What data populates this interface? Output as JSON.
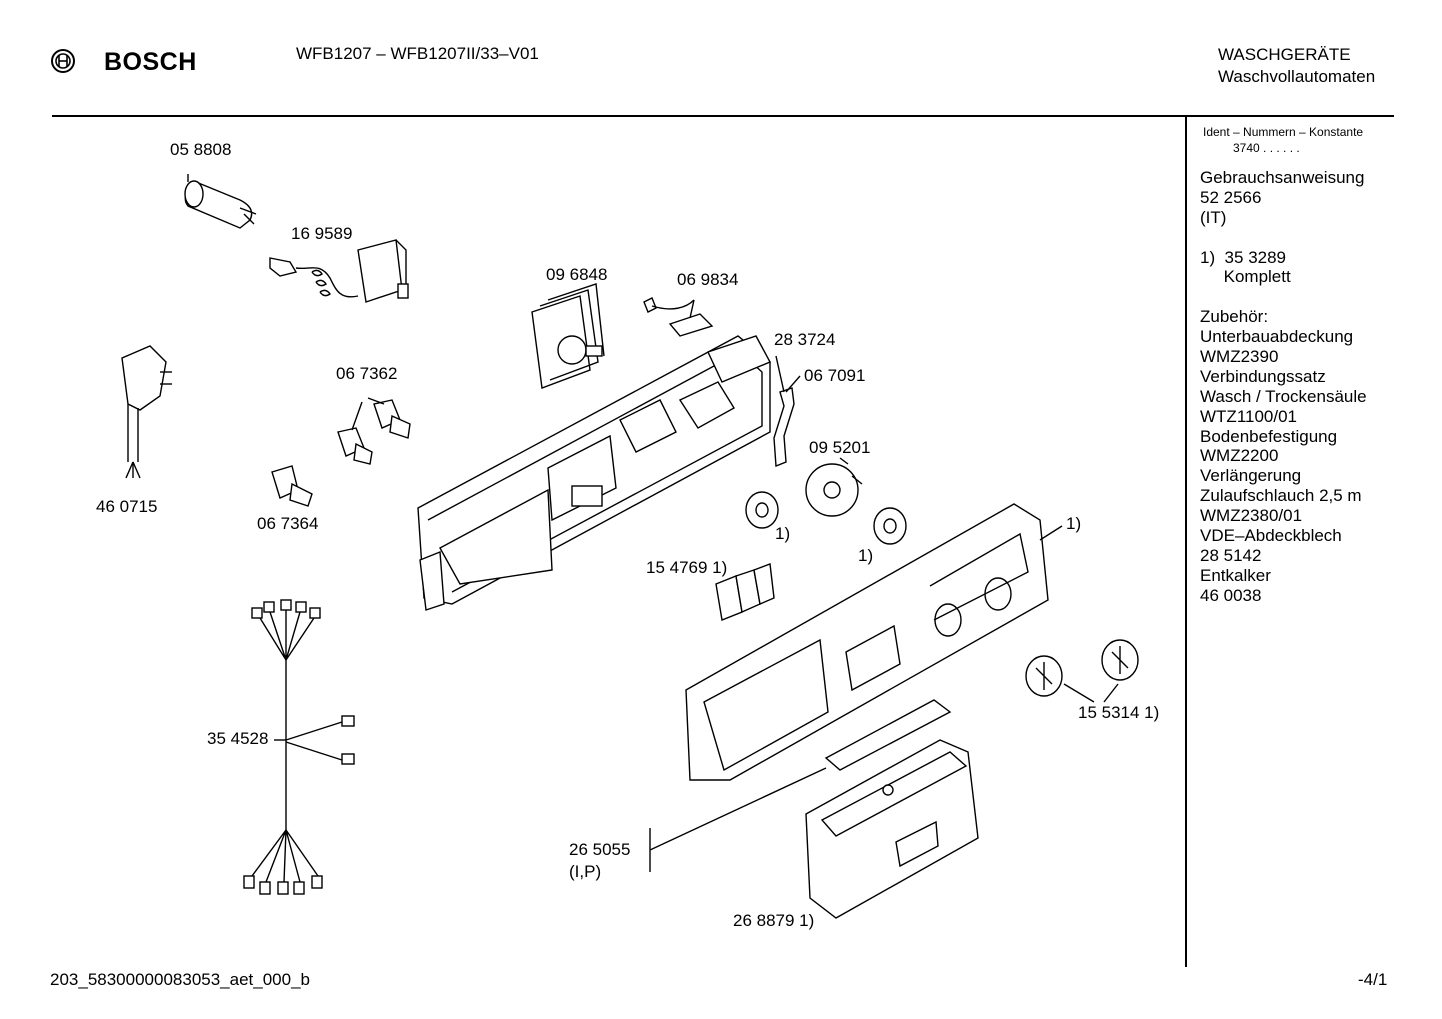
{
  "header": {
    "brand": "BOSCH",
    "model": "WFB1207 – WFB1207II/33–V01",
    "category_1": "WASCHGERÄTE",
    "category_2": "Waschvollautomaten"
  },
  "sidebar": {
    "ident_label": "Ident – Nummern – Konstante",
    "ident_value": "3740 . . . . . .",
    "lines": [
      "Gebrauchsanweisung",
      "52 2566",
      "(IT)",
      "",
      "1)  35 3289",
      "     Komplett",
      "",
      "Zubehör:",
      "Unterbauabdeckung",
      "WMZ2390",
      "Verbindungssatz",
      "Wasch / Trockensäule",
      "WTZ1100/01",
      "Bodenbefestigung",
      "WMZ2200",
      "Verlängerung",
      "Zulaufschlauch 2,5 m",
      "WMZ2380/01",
      "VDE–Abdeckblech",
      "28 5142",
      "Entkalker",
      "46 0038"
    ]
  },
  "parts": [
    {
      "id": "p1",
      "text": "05 8808"
    },
    {
      "id": "p2",
      "text": "16 9589"
    },
    {
      "id": "p3",
      "text": "46 0715"
    },
    {
      "id": "p4",
      "text": "06 7362"
    },
    {
      "id": "p5",
      "text": "06 7364"
    },
    {
      "id": "p6",
      "text": "09 6848"
    },
    {
      "id": "p7",
      "text": "06 9834"
    },
    {
      "id": "p8",
      "text": "28 3724"
    },
    {
      "id": "p9",
      "text": "06 7091"
    },
    {
      "id": "p10",
      "text": "09 5201"
    },
    {
      "id": "p11",
      "text": "1)"
    },
    {
      "id": "p12",
      "text": "1)"
    },
    {
      "id": "p13",
      "text": "1)"
    },
    {
      "id": "p14",
      "text": "15 4769 1)"
    },
    {
      "id": "p15",
      "text": "35 4528"
    },
    {
      "id": "p16",
      "text": "15 5314 1)"
    },
    {
      "id": "p17",
      "text": "26 5055"
    },
    {
      "id": "p18",
      "text": "(I,P)"
    },
    {
      "id": "p19",
      "text": "26 8879 1)"
    }
  ],
  "footer": {
    "doc_id": "203_58300000083053_aet_000_b",
    "page": "-4/1"
  }
}
